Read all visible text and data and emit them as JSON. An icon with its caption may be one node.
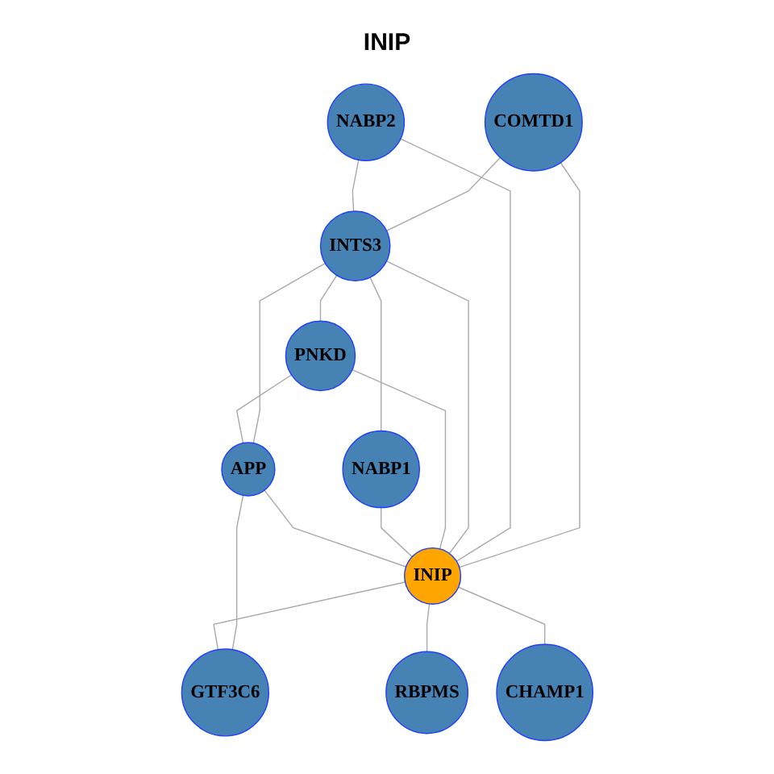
{
  "diagram": {
    "title": "INIP",
    "nodes": [
      {
        "text": [
          "COMTD1"
        ]
      },
      {
        "text": [
          "NABP2"
        ]
      },
      {
        "text": [
          "INTS3"
        ]
      },
      {
        "text": [
          "PNKD"
        ]
      },
      {
        "text": [
          "NABP1"
        ]
      },
      {
        "text": [
          "INIP"
        ]
      },
      {
        "text": [
          "APP"
        ]
      },
      {
        "text": [
          "RBPMS"
        ]
      },
      {
        "text": [
          "GTF3C6"
        ]
      },
      {
        "text": [
          "CHAMP1"
        ]
      }
    ],
    "edges": [
      {
        "from": 0,
        "to": 2,
        "arrow": "none"
      },
      {
        "from": 0,
        "to": 5,
        "arrow": "none"
      },
      {
        "from": 1,
        "to": 2,
        "arrow": "none"
      },
      {
        "from": 1,
        "to": 5,
        "arrow": "none"
      },
      {
        "from": 2,
        "to": 3,
        "arrow": "none"
      },
      {
        "from": 2,
        "to": 4,
        "arrow": "none"
      },
      {
        "from": 2,
        "to": 6,
        "arrow": "none"
      },
      {
        "from": 2,
        "to": 5,
        "arrow": "none"
      },
      {
        "from": 3,
        "to": 6,
        "arrow": "none"
      },
      {
        "from": 3,
        "to": 5,
        "arrow": "none"
      },
      {
        "from": 4,
        "to": 5,
        "arrow": "none"
      },
      {
        "from": 6,
        "to": 5,
        "arrow": "none"
      },
      {
        "from": 6,
        "to": 8,
        "arrow": "none"
      },
      {
        "from": 5,
        "to": 8,
        "arrow": "none"
      },
      {
        "from": 5,
        "to": 7,
        "arrow": "none"
      },
      {
        "from": 5,
        "to": 9,
        "arrow": "none"
      }
    ]
  }
}
